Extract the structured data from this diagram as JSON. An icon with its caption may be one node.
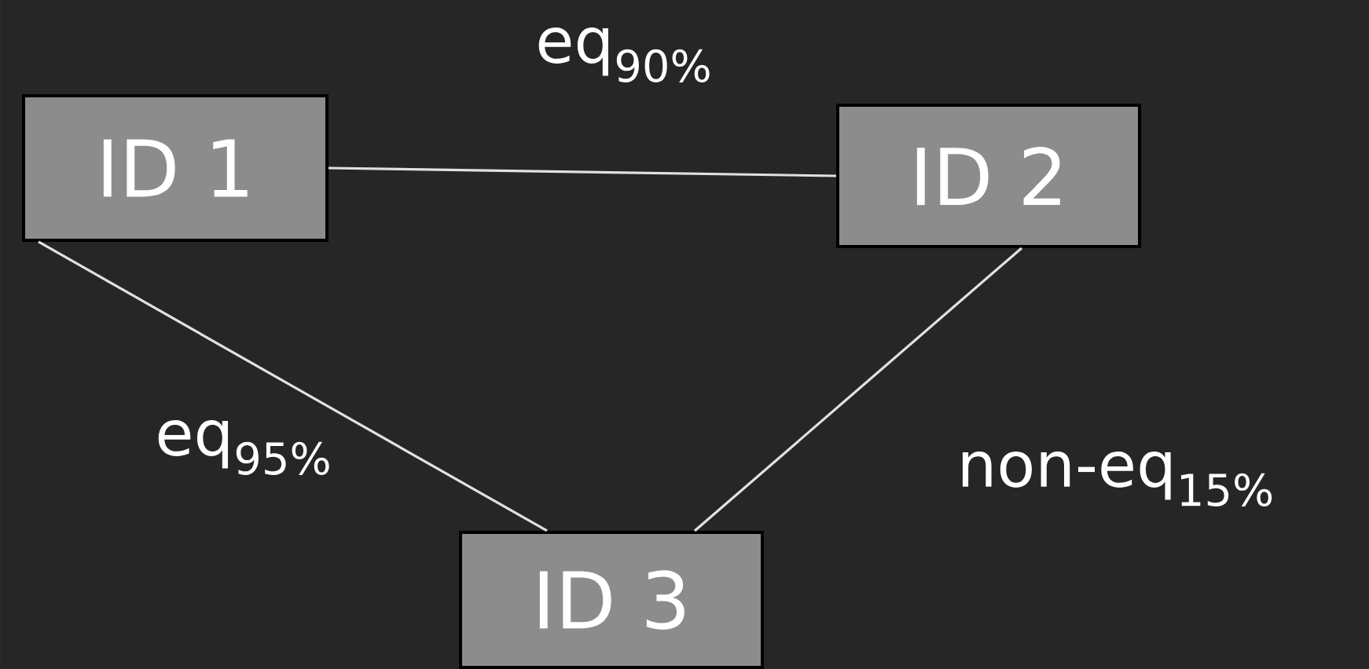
{
  "diagram": {
    "nodes": [
      {
        "text": [
          "ID 1"
        ]
      },
      {
        "text": [
          "ID 2"
        ]
      },
      {
        "text": [
          "ID 3"
        ]
      }
    ],
    "edges": [
      {
        "from": 0,
        "to": 1,
        "arrow": "none",
        "label": "eq$_{90%}$"
      },
      {
        "from": 0,
        "to": 2,
        "arrow": "none",
        "label": "eq$_{95%}$"
      },
      {
        "from": 1,
        "to": 2,
        "arrow": "none",
        "label": "non-eq$_{15%}$"
      }
    ]
  }
}
